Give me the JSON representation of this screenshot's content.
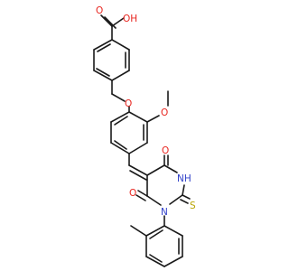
{
  "colors": {
    "bond": "#1a1a1a",
    "oxygen": "#e8251f",
    "nitrogen": "#3040c8",
    "sulfur": "#b8a400",
    "background": "#ffffff"
  },
  "atoms": {
    "acid_oxygen": "O",
    "acid_hydroxyl": "OH",
    "ether_oxygen": "O",
    "methoxy_oxygen": "O",
    "carbonyl_oxygen_top": "O",
    "carbonyl_oxygen_bottom": "O",
    "amide_nitrogen": "NH",
    "ring_nitrogen": "N",
    "thione_sulfur": "S"
  }
}
